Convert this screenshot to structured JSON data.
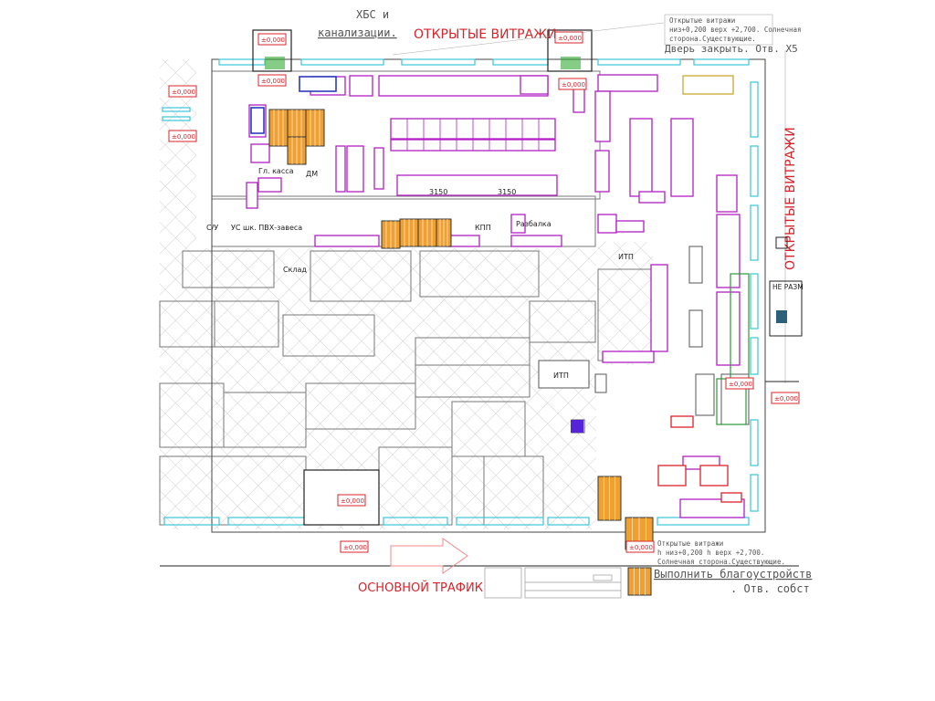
{
  "top_notes": {
    "xbs_partial": "ХБС и",
    "sewer": "канализации.",
    "open_glazing_top": "ОТКРЫТЫЕ ВИТРАЖИ",
    "right_note_line1": "Открытые витражи",
    "right_note_line2": "низ+0,200 верх +2,700.  Солнечная",
    "right_note_line3": "сторона.Существующие.",
    "right_note_line4": "Дверь закрыть. Отв. Х5"
  },
  "side_notes": {
    "open_glazing_right": "ОТКРЫТЫЕ ВИТРАЖИ",
    "do_not_place": "НЕ РАЗМ"
  },
  "bottom_notes": {
    "line1": "Открытые витражи",
    "line2": "h низ+0,200 h верх +2,700.",
    "line3": "Солнечная сторона.Существующие.",
    "landscaping": "Выполнить благоустройств",
    "responsible": ". Отв. собст",
    "main_traffic": "ОСНОВНОЙ ТРАФИК"
  },
  "level_mark": "±0,000",
  "rooms": {
    "cashier": "Гл. касса",
    "dm": "ДМ",
    "wc": "С/У",
    "pvc_curtain": "УС шк. ПВХ-завеса",
    "storage": "Склад",
    "checkpoint": "КПП",
    "sorting": "Разбалка",
    "itp_right": "ИТП",
    "itp_center": "ИТП",
    "rack_length_1": "3150",
    "rack_length_2": "3150"
  },
  "colors": {
    "fixture": "#b21fc4",
    "glazing": "#39c6d8",
    "pallet": "#f0a030",
    "annotation": "#d9232a",
    "hatch": "#bdbdbd"
  }
}
